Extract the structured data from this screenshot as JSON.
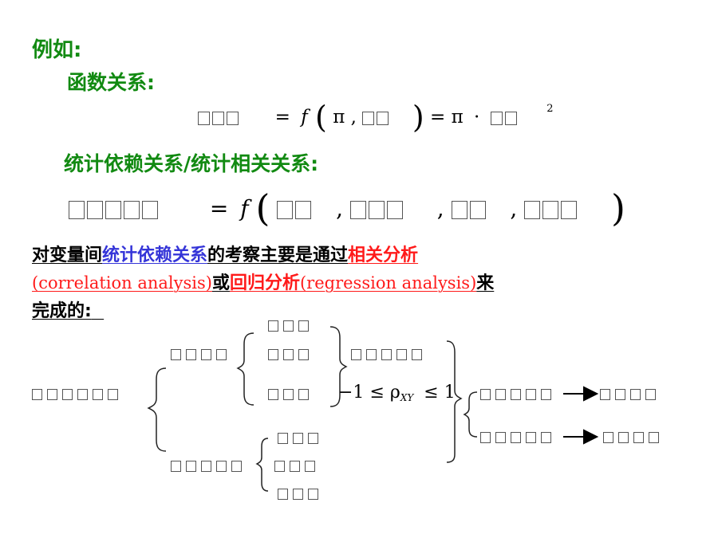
{
  "heading": "例如:",
  "functional": {
    "label": "函数关系:",
    "eq": "=",
    "f": "f",
    "open_paren": "(",
    "pi": "π",
    "comma": ",",
    "close_paren": ")",
    "eq2": "=",
    "pi2": "π",
    "dot": "·",
    "exp": "2"
  },
  "statistical": {
    "label": "统计依赖关系/统计相关关系:",
    "eq": "=",
    "f": "f",
    "open_paren": "(",
    "comma1": ",",
    "comma2": ",",
    "comma3": ",",
    "close_paren": ")"
  },
  "paragraph": {
    "p1": "对变量间",
    "p2": "统计依赖关系",
    "p3": "的考察主要是通过",
    "p4": "相关分析",
    "p5": "(correlation analysis)",
    "p6": "或",
    "p7": "回归分析",
    "p8": "(regression analysis)",
    "p9": "来",
    "p10": "完成的:"
  },
  "diagram": {
    "minus_one": "−1",
    "le1": "≤",
    "rho": "ρ",
    "sub": "XY",
    "le2": "≤",
    "one": "1"
  }
}
